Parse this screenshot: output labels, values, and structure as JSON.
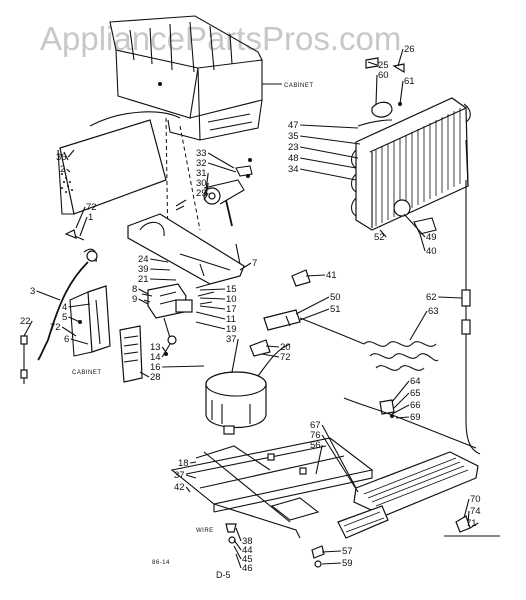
{
  "watermark": "AppliancePartsPros.com",
  "labels": {
    "cabinet_top": "CABINET",
    "cabinet_left": "CABINET",
    "wire": "WIRE",
    "figure_code": "D-5",
    "small_code": "86-14"
  },
  "callouts": [
    {
      "id": "c25",
      "text": "25"
    },
    {
      "id": "c26",
      "text": "26"
    },
    {
      "id": "c60",
      "text": "60"
    },
    {
      "id": "c61",
      "text": "61"
    },
    {
      "id": "c47",
      "text": "47"
    },
    {
      "id": "c35",
      "text": "35"
    },
    {
      "id": "c23",
      "text": "23"
    },
    {
      "id": "c48",
      "text": "48"
    },
    {
      "id": "c34",
      "text": "34"
    },
    {
      "id": "c33",
      "text": "33"
    },
    {
      "id": "c32",
      "text": "32"
    },
    {
      "id": "c31",
      "text": "31"
    },
    {
      "id": "c30",
      "text": "30"
    },
    {
      "id": "c29",
      "text": "29"
    },
    {
      "id": "c36",
      "text": "36"
    },
    {
      "id": "c2",
      "text": "2"
    },
    {
      "id": "c72a",
      "text": "72"
    },
    {
      "id": "c1",
      "text": "1"
    },
    {
      "id": "c24",
      "text": "24"
    },
    {
      "id": "c39",
      "text": "39"
    },
    {
      "id": "c21",
      "text": "21"
    },
    {
      "id": "c7",
      "text": "7"
    },
    {
      "id": "c52",
      "text": "52"
    },
    {
      "id": "c49",
      "text": "49"
    },
    {
      "id": "c40",
      "text": "40"
    },
    {
      "id": "c41",
      "text": "41"
    },
    {
      "id": "c3",
      "text": "3"
    },
    {
      "id": "c4",
      "text": "4"
    },
    {
      "id": "c5",
      "text": "5"
    },
    {
      "id": "c72b",
      "text": "72"
    },
    {
      "id": "c6",
      "text": "6"
    },
    {
      "id": "c22",
      "text": "22"
    },
    {
      "id": "c8",
      "text": "8"
    },
    {
      "id": "c9",
      "text": "9"
    },
    {
      "id": "c15",
      "text": "15"
    },
    {
      "id": "c10",
      "text": "10"
    },
    {
      "id": "c17",
      "text": "17"
    },
    {
      "id": "c11",
      "text": "11"
    },
    {
      "id": "c19",
      "text": "19"
    },
    {
      "id": "c50",
      "text": "50"
    },
    {
      "id": "c51",
      "text": "51"
    },
    {
      "id": "c62",
      "text": "62"
    },
    {
      "id": "c63",
      "text": "63"
    },
    {
      "id": "c20",
      "text": "20"
    },
    {
      "id": "c72c",
      "text": "72"
    },
    {
      "id": "c13",
      "text": "13"
    },
    {
      "id": "c14",
      "text": "14"
    },
    {
      "id": "c37a",
      "text": "37"
    },
    {
      "id": "c16",
      "text": "16"
    },
    {
      "id": "c28",
      "text": "28"
    },
    {
      "id": "c64",
      "text": "64"
    },
    {
      "id": "c65",
      "text": "65"
    },
    {
      "id": "c66",
      "text": "66"
    },
    {
      "id": "c69",
      "text": "69"
    },
    {
      "id": "c67",
      "text": "67"
    },
    {
      "id": "c76",
      "text": "76"
    },
    {
      "id": "c56",
      "text": "56"
    },
    {
      "id": "c18",
      "text": "18"
    },
    {
      "id": "c37b",
      "text": "37"
    },
    {
      "id": "c42",
      "text": "42"
    },
    {
      "id": "c70",
      "text": "70"
    },
    {
      "id": "c74",
      "text": "74"
    },
    {
      "id": "c71",
      "text": "71"
    },
    {
      "id": "c38",
      "text": "38"
    },
    {
      "id": "c44",
      "text": "44"
    },
    {
      "id": "c45",
      "text": "45"
    },
    {
      "id": "c46",
      "text": "46"
    },
    {
      "id": "c57",
      "text": "57"
    },
    {
      "id": "c59",
      "text": "59"
    }
  ]
}
